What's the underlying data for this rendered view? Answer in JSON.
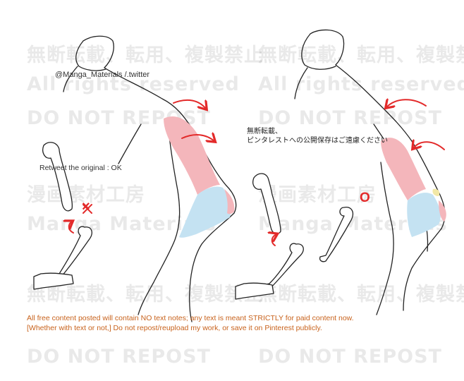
{
  "watermarks": {
    "jp_prohibition": "無断転載、転用、複製禁止",
    "rights": "All rights reserved",
    "no_repost": "DO NOT REPOST",
    "studio_jp": "漫画素材工房",
    "studio_en": "Manga Materials"
  },
  "credit": "@Manga_Materials /.twitter",
  "retweet_note": "Retweet the original : OK",
  "jp_notice": {
    "line1": "無断転載、",
    "line2": "ピンタレストへの公開保存はご遠慮ください"
  },
  "marks": {
    "wrong": "×",
    "right": "O"
  },
  "footer": {
    "line1": "All free content posted will contain NO text notes; any text is meant STRICTLY for paid content now.",
    "line2": "[Whether with text or not,] Do not repost/reupload my work, or save it on Pinterest publicly."
  },
  "colors": {
    "muscle_pink": "#f4b6bb",
    "muscle_blue": "#c4e2f2",
    "arrow_red": "#e32a2a",
    "footer_orange": "#c8621c"
  }
}
